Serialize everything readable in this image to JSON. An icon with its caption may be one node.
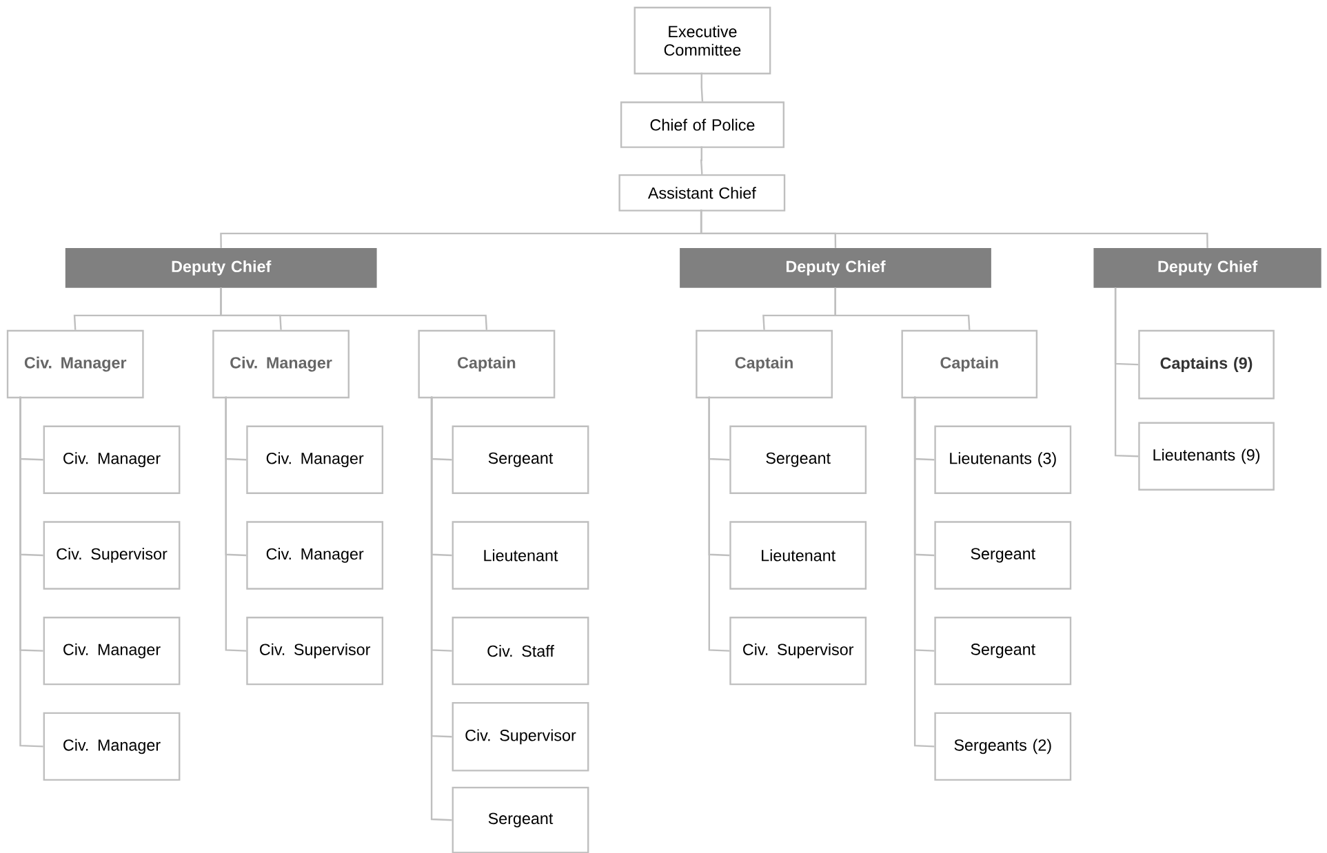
{
  "diagram": {
    "nodes": [
      {
        "text": [
          "Executive Committee"
        ]
      },
      {
        "text": [
          "Chief of Police"
        ]
      },
      {
        "text": [
          "Assistant Chief"
        ]
      },
      {
        "text": [
          "Deputy Chief"
        ]
      },
      {
        "text": [
          "Deputy Chief"
        ]
      },
      {
        "text": [
          "Deputy Chief"
        ]
      },
      {
        "text": [
          "Civ. Manager"
        ]
      },
      {
        "text": [
          "Civ. Manager"
        ]
      },
      {
        "text": [
          "Captain"
        ]
      },
      {
        "text": [
          "Civ. Manager"
        ]
      },
      {
        "text": [
          "Civ. Supervisor"
        ]
      },
      {
        "text": [
          "Civ. Manager"
        ]
      },
      {
        "text": [
          "Civ. Manager"
        ]
      },
      {
        "text": [
          "Civ. Manager"
        ]
      },
      {
        "text": [
          "Civ. Manager"
        ]
      },
      {
        "text": [
          "Civ. Supervisor"
        ]
      },
      {
        "text": [
          "Sergeant"
        ]
      },
      {
        "text": [
          "Lieutenant"
        ]
      },
      {
        "text": [
          "Civ. Staff"
        ]
      },
      {
        "text": [
          "Civ. Supervisor"
        ]
      },
      {
        "text": [
          "Sergeant"
        ]
      },
      {
        "text": [
          "Captain"
        ]
      },
      {
        "text": [
          "Captain"
        ]
      },
      {
        "text": [
          "Sergeant"
        ]
      },
      {
        "text": [
          "Lieutenant"
        ]
      },
      {
        "text": [
          "Civ. Supervisor"
        ]
      },
      {
        "text": [
          "Lieutenants (3)"
        ]
      },
      {
        "text": [
          "Sergeant"
        ]
      },
      {
        "text": [
          "Sergeant"
        ]
      },
      {
        "text": [
          "Sergeants (2)"
        ]
      },
      {
        "text": [
          "Captains (9)"
        ]
      },
      {
        "text": [
          "Lieutenants (9)"
        ]
      }
    ],
    "edges": [
      {
        "from": 0,
        "to": 1,
        "arrow": "none"
      },
      {
        "from": 1,
        "to": 2,
        "arrow": "none"
      },
      {
        "from": 2,
        "to": 3,
        "arrow": "none"
      },
      {
        "from": 2,
        "to": 4,
        "arrow": "none"
      },
      {
        "from": 2,
        "to": 5,
        "arrow": "none"
      },
      {
        "from": 3,
        "to": 6,
        "arrow": "none"
      },
      {
        "from": 3,
        "to": 7,
        "arrow": "none"
      },
      {
        "from": 3,
        "to": 8,
        "arrow": "none"
      },
      {
        "from": 6,
        "to": 9,
        "arrow": "none"
      },
      {
        "from": 6,
        "to": 10,
        "arrow": "none"
      },
      {
        "from": 6,
        "to": 11,
        "arrow": "none"
      },
      {
        "from": 6,
        "to": 12,
        "arrow": "none"
      },
      {
        "from": 7,
        "to": 13,
        "arrow": "none"
      },
      {
        "from": 7,
        "to": 14,
        "arrow": "none"
      },
      {
        "from": 7,
        "to": 15,
        "arrow": "none"
      },
      {
        "from": 8,
        "to": 16,
        "arrow": "none"
      },
      {
        "from": 8,
        "to": 17,
        "arrow": "none"
      },
      {
        "from": 8,
        "to": 18,
        "arrow": "none"
      },
      {
        "from": 8,
        "to": 19,
        "arrow": "none"
      },
      {
        "from": 8,
        "to": 20,
        "arrow": "none"
      },
      {
        "from": 4,
        "to": 21,
        "arrow": "none"
      },
      {
        "from": 4,
        "to": 22,
        "arrow": "none"
      },
      {
        "from": 21,
        "to": 23,
        "arrow": "none"
      },
      {
        "from": 21,
        "to": 24,
        "arrow": "none"
      },
      {
        "from": 21,
        "to": 25,
        "arrow": "none"
      },
      {
        "from": 22,
        "to": 26,
        "arrow": "none"
      },
      {
        "from": 22,
        "to": 27,
        "arrow": "none"
      },
      {
        "from": 22,
        "to": 28,
        "arrow": "none"
      },
      {
        "from": 22,
        "to": 29,
        "arrow": "none"
      },
      {
        "from": 5,
        "to": 30,
        "arrow": "none"
      },
      {
        "from": 5,
        "to": 31,
        "arrow": "none"
      }
    ]
  }
}
